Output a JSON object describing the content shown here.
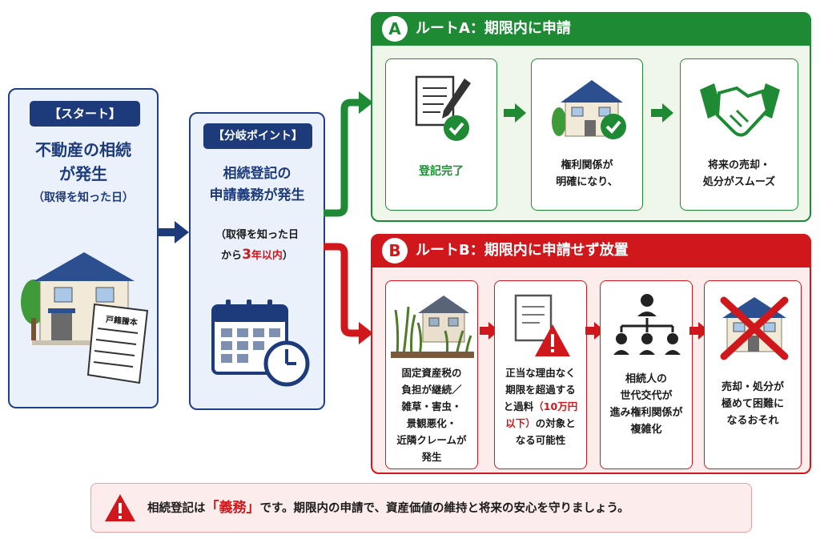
{
  "start": {
    "pill": "【スタート】",
    "title_line1": "不動産の相続",
    "title_line2": "が発生",
    "subtitle": "（取得を知った日）",
    "document_label": "戸籍謄本"
  },
  "branch": {
    "pill": "【分岐ポイント】",
    "title_line1": "相続登記の",
    "title_line2": "申請義務が発生",
    "note_line1": "（取得を知った日",
    "note_prefix": "から",
    "note_highlight_num": "3",
    "note_highlight_text": "年以内",
    "note_suffix": "）"
  },
  "route_a": {
    "badge": "A",
    "title": "ルートA：期限内に申請",
    "steps": [
      {
        "lines": [
          "登記完了"
        ]
      },
      {
        "lines": [
          "権利関係が",
          "明確になり、"
        ]
      },
      {
        "lines": [
          "将来の売却・",
          "処分がスムーズ"
        ]
      }
    ]
  },
  "route_b": {
    "badge": "B",
    "title": "ルートB：期限内に申請せず放置",
    "steps": [
      {
        "lines": [
          "固定資産税の",
          "負担が継続／",
          "雑草・害虫・",
          "景観悪化・",
          "近隣クレームが",
          "発生"
        ]
      },
      {
        "lines": [
          "正当な理由なく",
          "期限を超過する",
          "と過料",
          "以下）の対象と",
          "なる可能性"
        ],
        "highlight": "（10万円",
        "highlight_end": "以下）"
      },
      {
        "lines": [
          "相続人の",
          "世代交代が",
          "進み権利関係が",
          "複雑化"
        ]
      },
      {
        "lines": [
          "売却・処分が",
          "極めて困難に",
          "なるおそれ"
        ]
      }
    ]
  },
  "notice": {
    "prefix": "相続登記は",
    "keyword": "「義務」",
    "suffix": "です。期限内の申請で、資産価値の維持と将来の安心を守りましょう。"
  },
  "colors": {
    "navy": "#1d3a7a",
    "green": "#1e8a34",
    "red": "#d0181c"
  }
}
